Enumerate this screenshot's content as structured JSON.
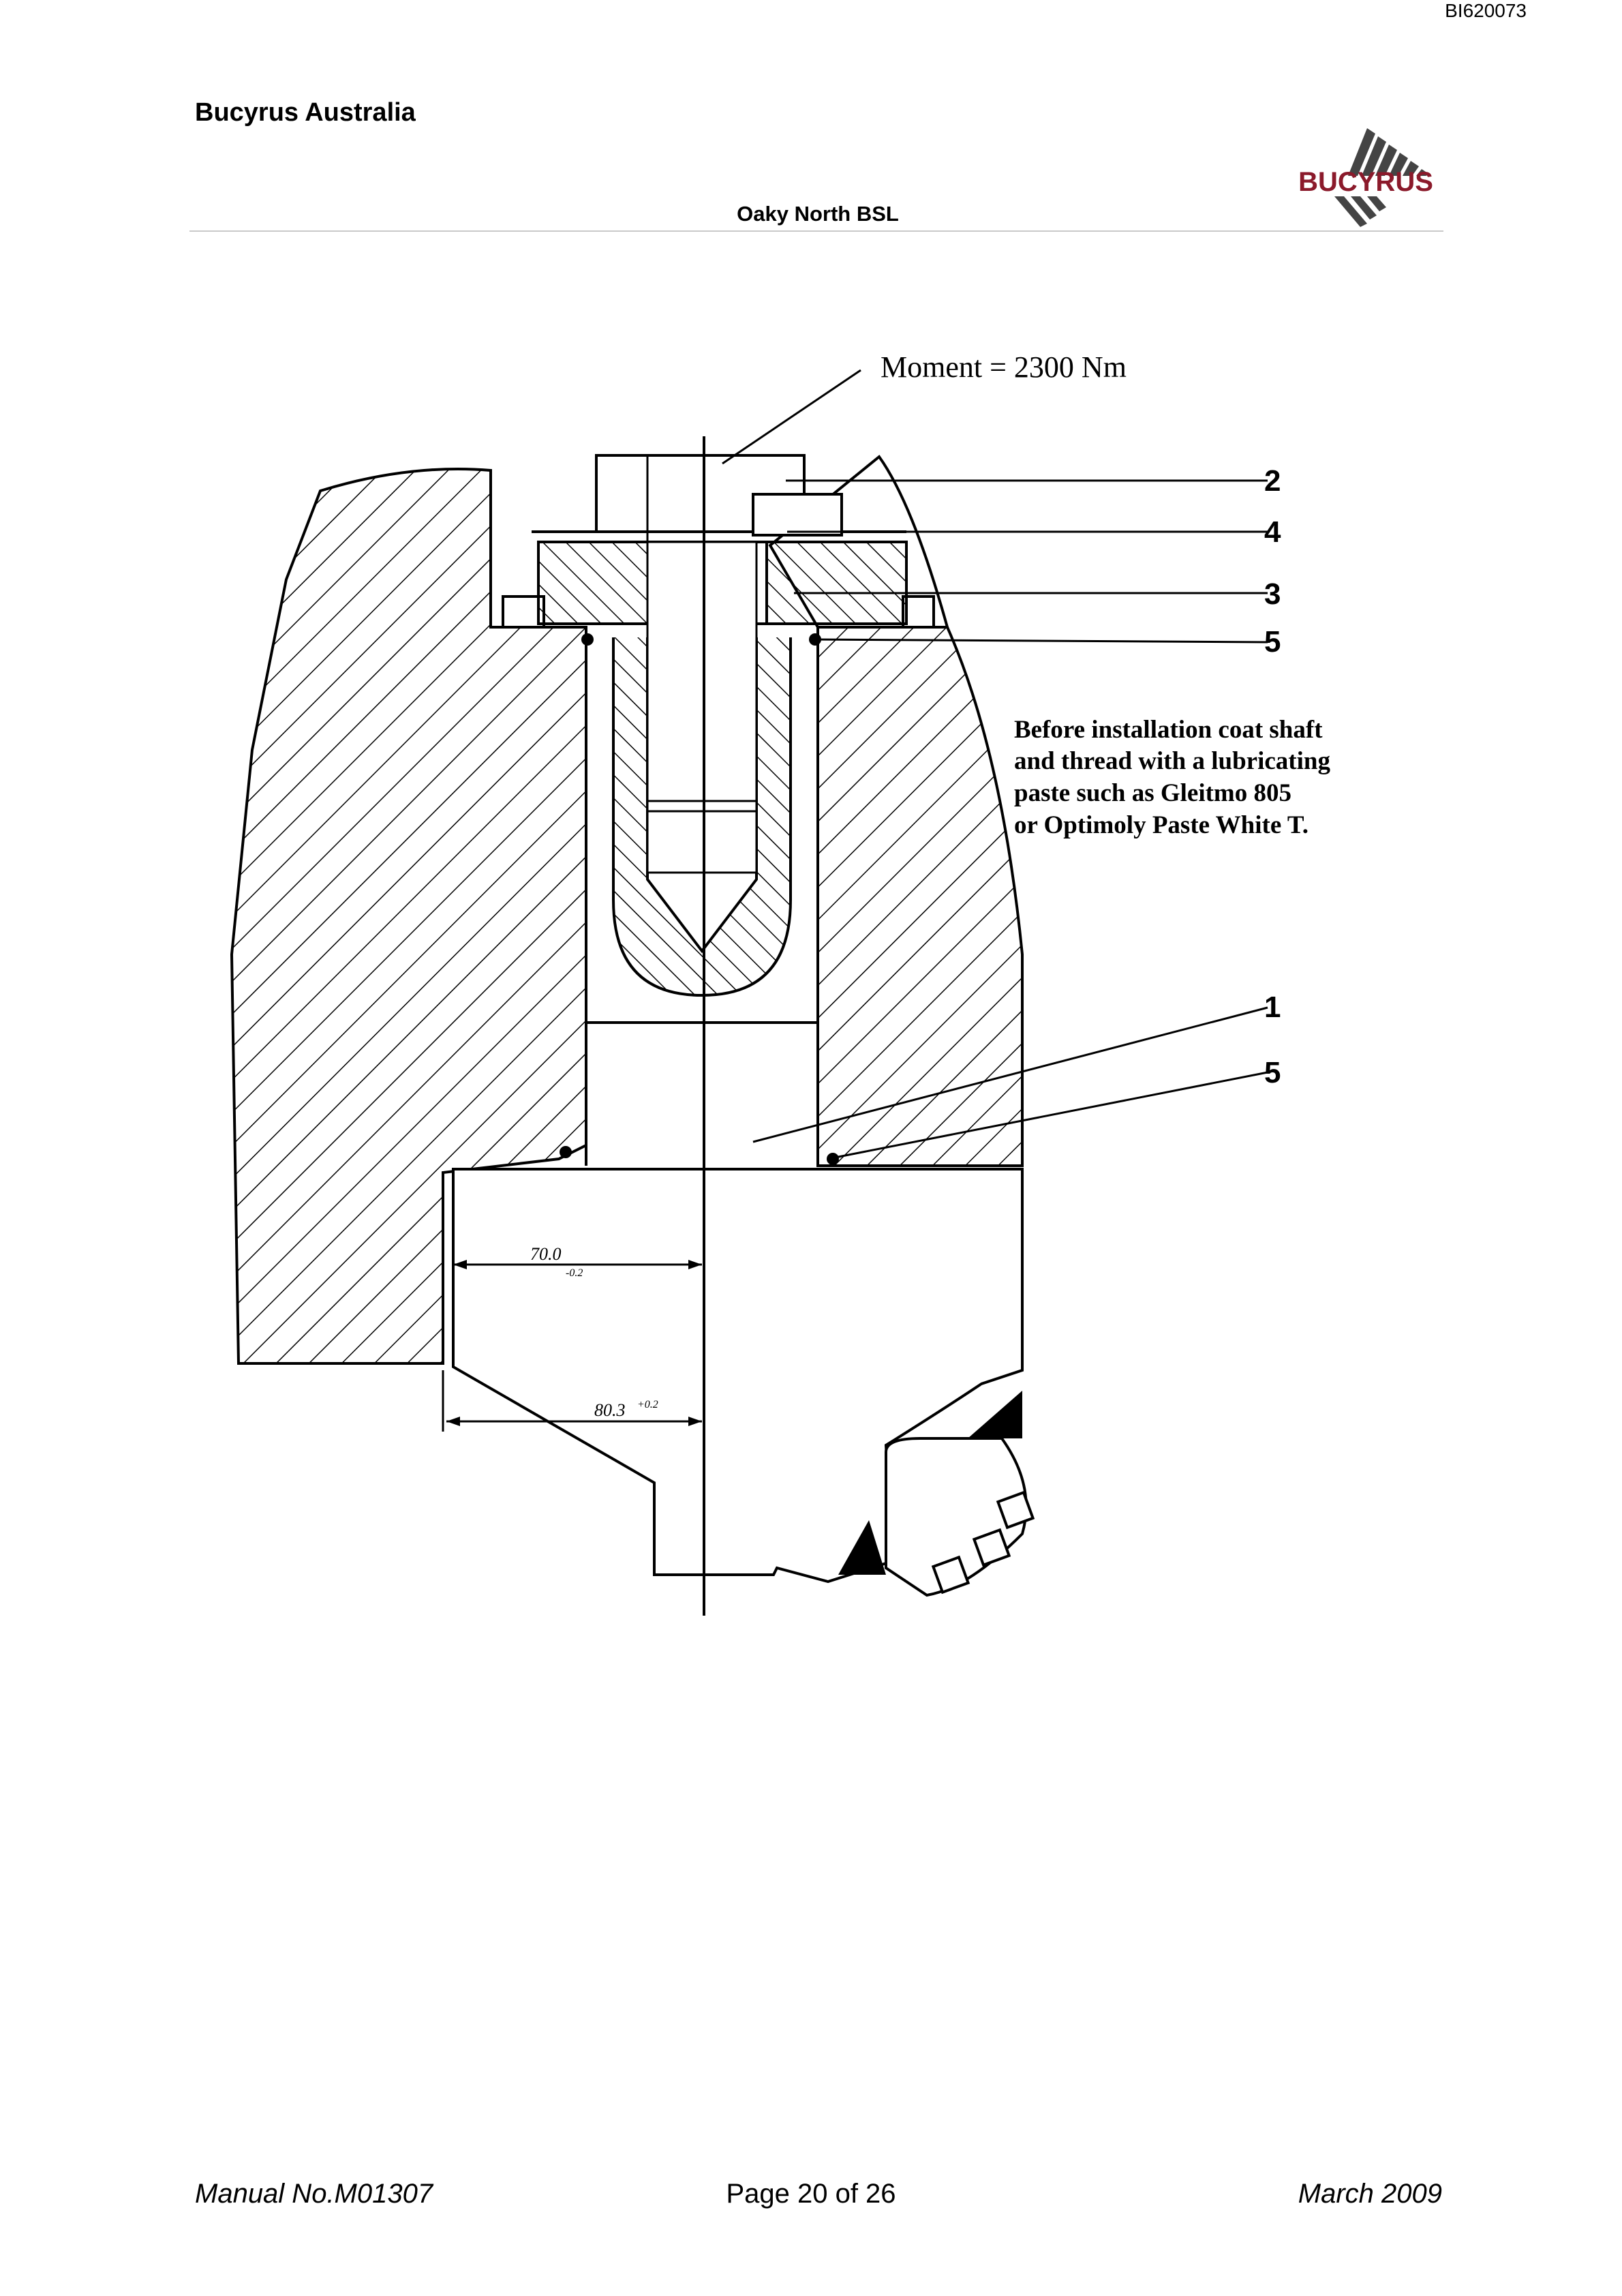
{
  "header": {
    "doc_code": "BI620073",
    "company": "Bucyrus Australia",
    "subtitle": "Oaky North BSL",
    "logo_text": "BUCYRUS"
  },
  "drawing": {
    "moment_label": "Moment = 2300 Nm",
    "callouts": [
      "2",
      "4",
      "3",
      "5",
      "1",
      "5"
    ],
    "note_lines": [
      "Before installation coat shaft",
      "and thread with a lubricating",
      "paste such as Gleitmo 805",
      "or Optimoly Paste White T."
    ],
    "dim_1": "70.0",
    "dim_1_tol": "-0.2",
    "dim_2": "80.3",
    "dim_2_tol": "+0.2"
  },
  "footer": {
    "manual_no": "Manual No.M01307",
    "page": "Page 20 of 26",
    "date": "March 2009"
  },
  "colors": {
    "logo_red": "#8b1a2b",
    "rule_gray": "#c9c9c9"
  }
}
